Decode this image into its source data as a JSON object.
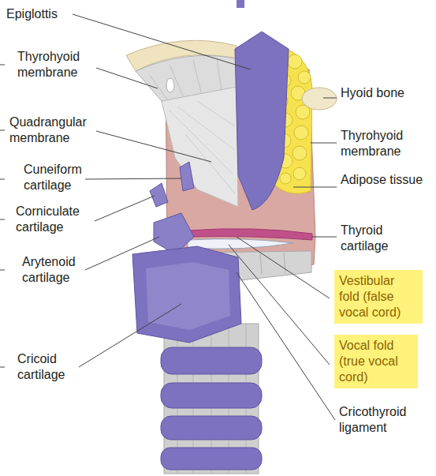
{
  "diagram": {
    "nodes": [
      {
        "text": [
          "Vestibular fold (false vocal cord)"
        ]
      },
      {
        "text": [
          "Vocal fold (true vocal cord)"
        ]
      }
    ],
    "labels": [
      "Epiglottis",
      "Thyrohyoid membrane",
      "Quadrangular membrane",
      "Cuneiform cartilage",
      "Corniculate cartilage",
      "Arytenoid cartilage",
      "Cricoid cartilage",
      "Hyoid bone",
      "Thyrohyoid membrane",
      "Adipose tissue",
      "Thyroid cartilage",
      "Cricothyroid ligament"
    ]
  }
}
